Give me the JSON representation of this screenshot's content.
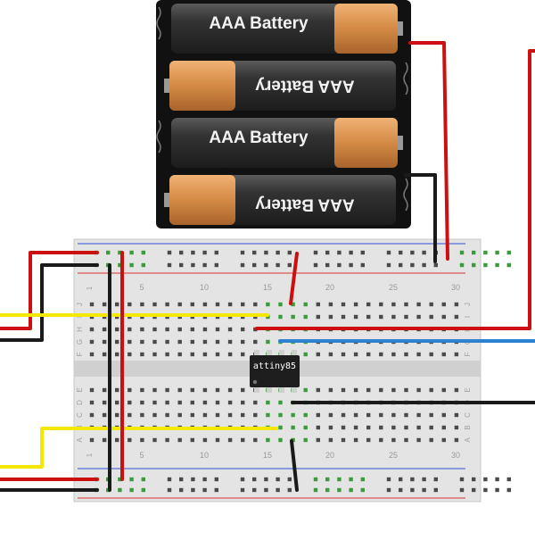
{
  "battery_pack": {
    "cells": [
      {
        "label": "AAA Battery",
        "inverted": false
      },
      {
        "label": "AAA Battery",
        "inverted": true
      },
      {
        "label": "AAA Battery",
        "inverted": false
      },
      {
        "label": "AAA Battery",
        "inverted": true
      }
    ]
  },
  "breadboard": {
    "column_numbers_top": [
      "5",
      "10",
      "15",
      "20",
      "25",
      "30"
    ],
    "column_numbers_bottom": [
      "5",
      "10",
      "15",
      "20",
      "25",
      "30"
    ],
    "row_letters_upper_left": [
      "J",
      "I",
      "H",
      "G",
      "F"
    ],
    "row_letters_upper_right": [
      "J",
      "I",
      "H",
      "G",
      "F"
    ],
    "row_letters_lower_left": [
      "E",
      "D",
      "C",
      "B",
      "A"
    ],
    "row_letters_lower_right": [
      "E",
      "D",
      "C",
      "B",
      "A"
    ],
    "column_one_label": "1"
  },
  "chip": {
    "label": "attiny85"
  },
  "colors": {
    "wire_red": "#cc1010",
    "wire_black": "#1a1a1a",
    "wire_yellow": "#f5e800",
    "wire_blue": "#2e80d0",
    "board": "#e2e2e2",
    "battery_dark": "#2a2a2a",
    "battery_copper": "#d48a44"
  }
}
